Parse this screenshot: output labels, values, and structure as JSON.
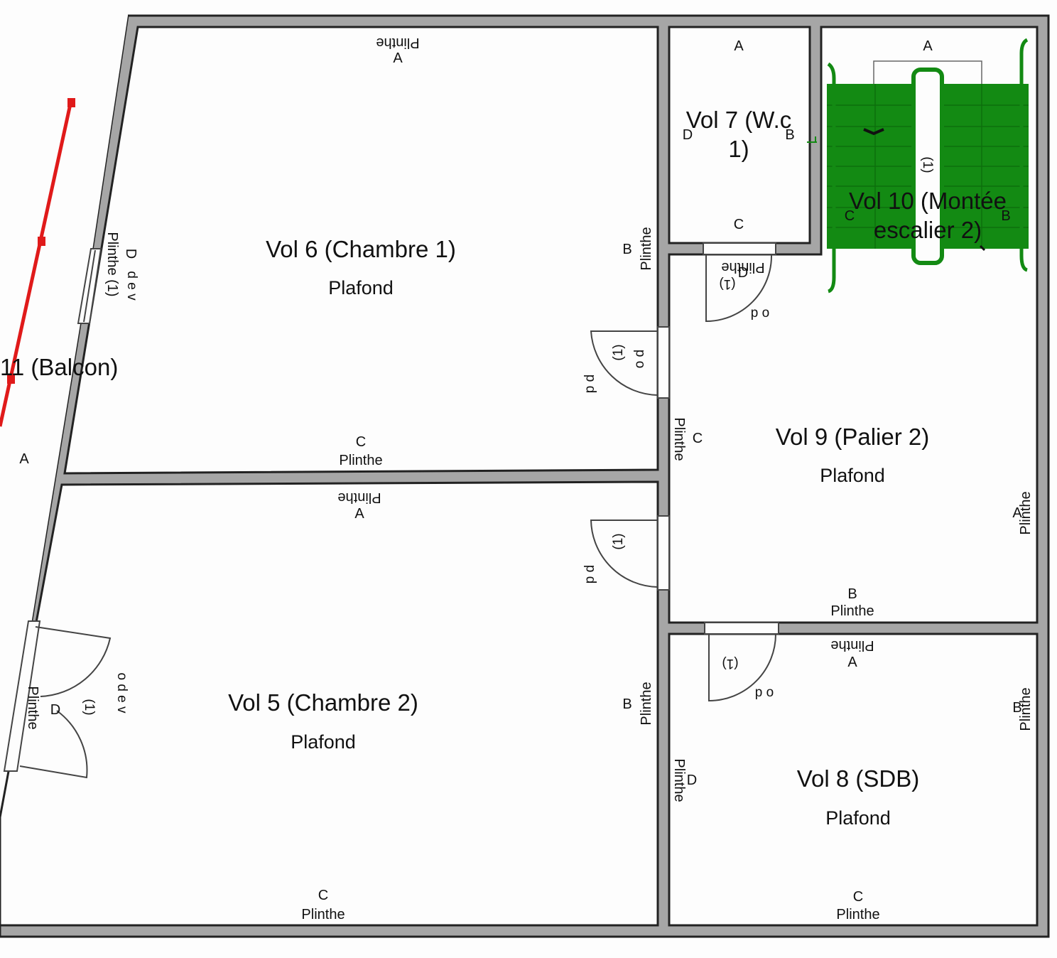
{
  "colors": {
    "wall_fill": "#a6a6a6",
    "wall_stroke": "#222222",
    "room_fill": "#fdfdfd",
    "stair_green": "#138a13",
    "stair_outline": "#0d6f0d",
    "balcony_red": "#e01a1a"
  },
  "rooms": {
    "vol6": {
      "title": "Vol 6 (Chambre 1)",
      "sub": "Plafond",
      "A": "A",
      "B": "B",
      "C": "C",
      "D": "D",
      "plinthe_a": "Plinthe",
      "plinthe_b": "Plinthe",
      "plinthe_c": "Plinthe",
      "plinthe_d": "Plinthe (1)",
      "door_mark": "(1)"
    },
    "vol5": {
      "title": "Vol 5 (Chambre 2)",
      "sub": "Plafond",
      "A": "A",
      "B": "B",
      "C": "C",
      "D": "D",
      "plinthe_a": "Plinthe",
      "plinthe_b": "Plinthe",
      "plinthe_c": "Plinthe",
      "plinthe_d": "Plinthe",
      "door_mark": "(1)"
    },
    "vol7": {
      "title_line1": "Vol 7 (W.c",
      "title_line2": "1)",
      "A": "A",
      "B": "B",
      "C": "C",
      "D": "D"
    },
    "vol10": {
      "title_line1": "Vol 10 (Montée",
      "title_line2": "escalier 2)",
      "A": "A",
      "B": "B",
      "C": "C",
      "stair_mark": "(1)"
    },
    "vol9": {
      "title": "Vol 9 (Palier 2)",
      "sub": "Plafond",
      "A": "A",
      "B": "B",
      "C": "C",
      "D": "D",
      "plinthe_a": "Plinthe",
      "plinthe_b": "Plinthe",
      "plinthe_c": "Plinthe",
      "plinthe_d": "Plinthe",
      "door_mark": "(1)"
    },
    "vol8": {
      "title": "Vol 8 (SDB)",
      "sub": "Plafond",
      "A": "A",
      "B": "B",
      "C": "C",
      "D": "D",
      "plinthe_a": "Plinthe",
      "plinthe_b": "Plinthe",
      "plinthe_c": "Plinthe",
      "plinthe_d": "Plinthe",
      "door_mark": "(1)"
    },
    "vol11": {
      "title": "11 (Balcon)",
      "A": "A"
    }
  },
  "door_labels": {
    "po": "p o",
    "dev": "d e v",
    "odev": "o d e v",
    "pd": "p d",
    "od": "o d"
  }
}
